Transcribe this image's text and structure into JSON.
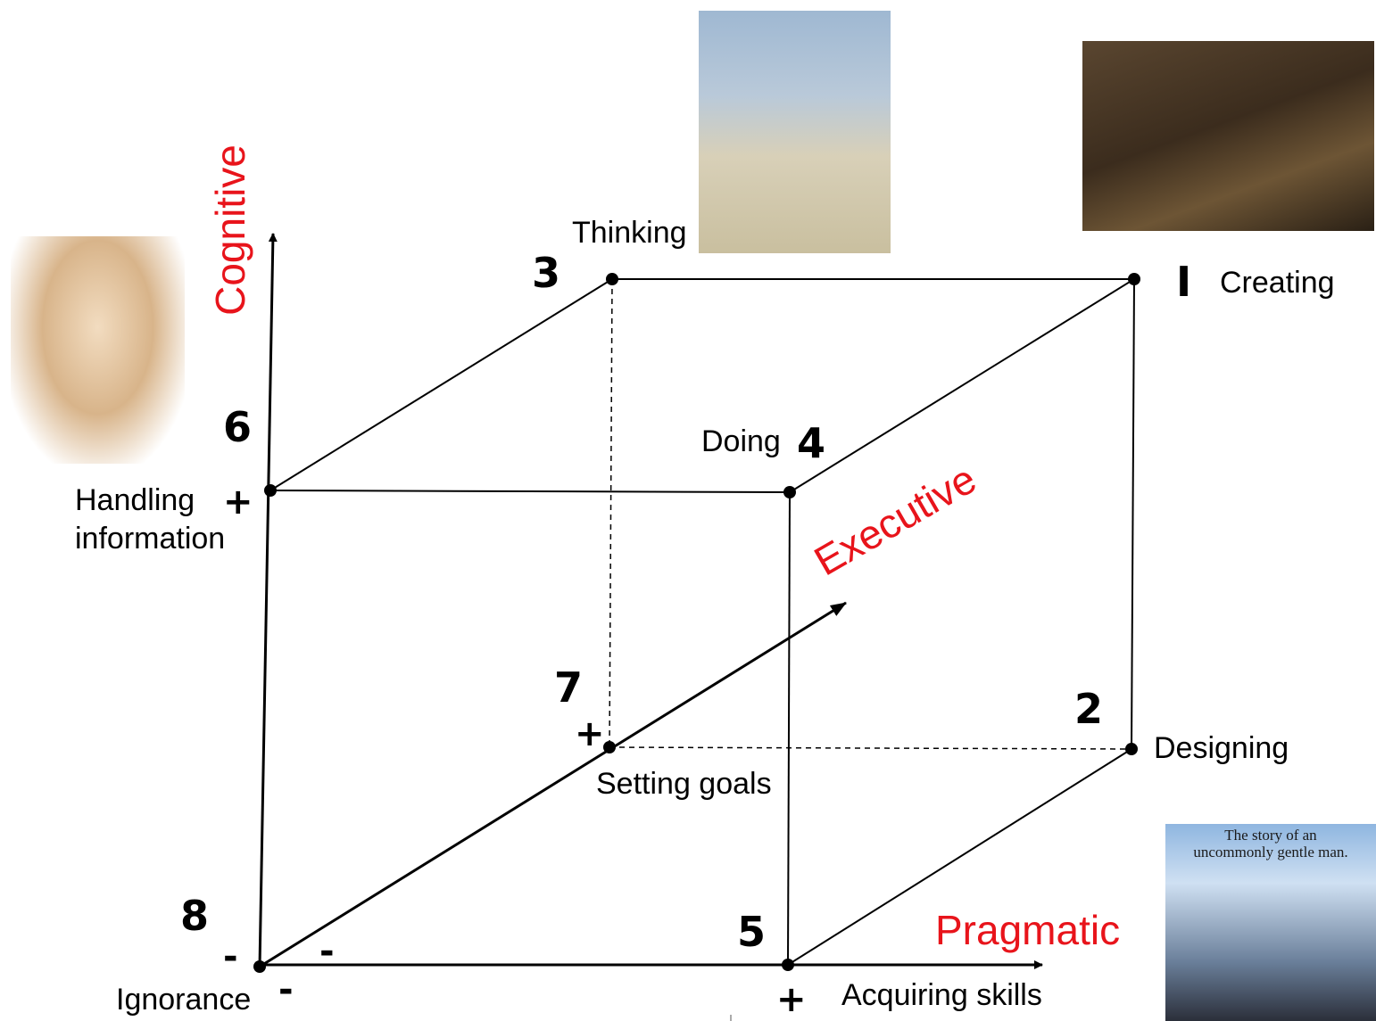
{
  "axes": {
    "cognitive": "Cognitive",
    "executive": "Executive",
    "pragmatic": "Pragmatic"
  },
  "vertices": {
    "v1": {
      "num": "I",
      "label": "Creating"
    },
    "v2": {
      "num": "2",
      "label": "Designing"
    },
    "v3": {
      "num": "3",
      "label": "Thinking"
    },
    "v4": {
      "num": "4",
      "label": "Doing"
    },
    "v5": {
      "num": "5",
      "label": "Acquiring skills"
    },
    "v6": {
      "num": "6",
      "label_line1": "Handling",
      "label_line2": "information"
    },
    "v7": {
      "num": "7",
      "label": "Setting goals"
    },
    "v8": {
      "num": "8",
      "label": "Ignorance"
    }
  },
  "signs": {
    "plus": "+",
    "minus": "-"
  },
  "poster": {
    "line1": "The story of an",
    "line2": "uncommonly gentle man."
  },
  "colors": {
    "axis_label": "#e8141b",
    "lines": "#000000"
  }
}
